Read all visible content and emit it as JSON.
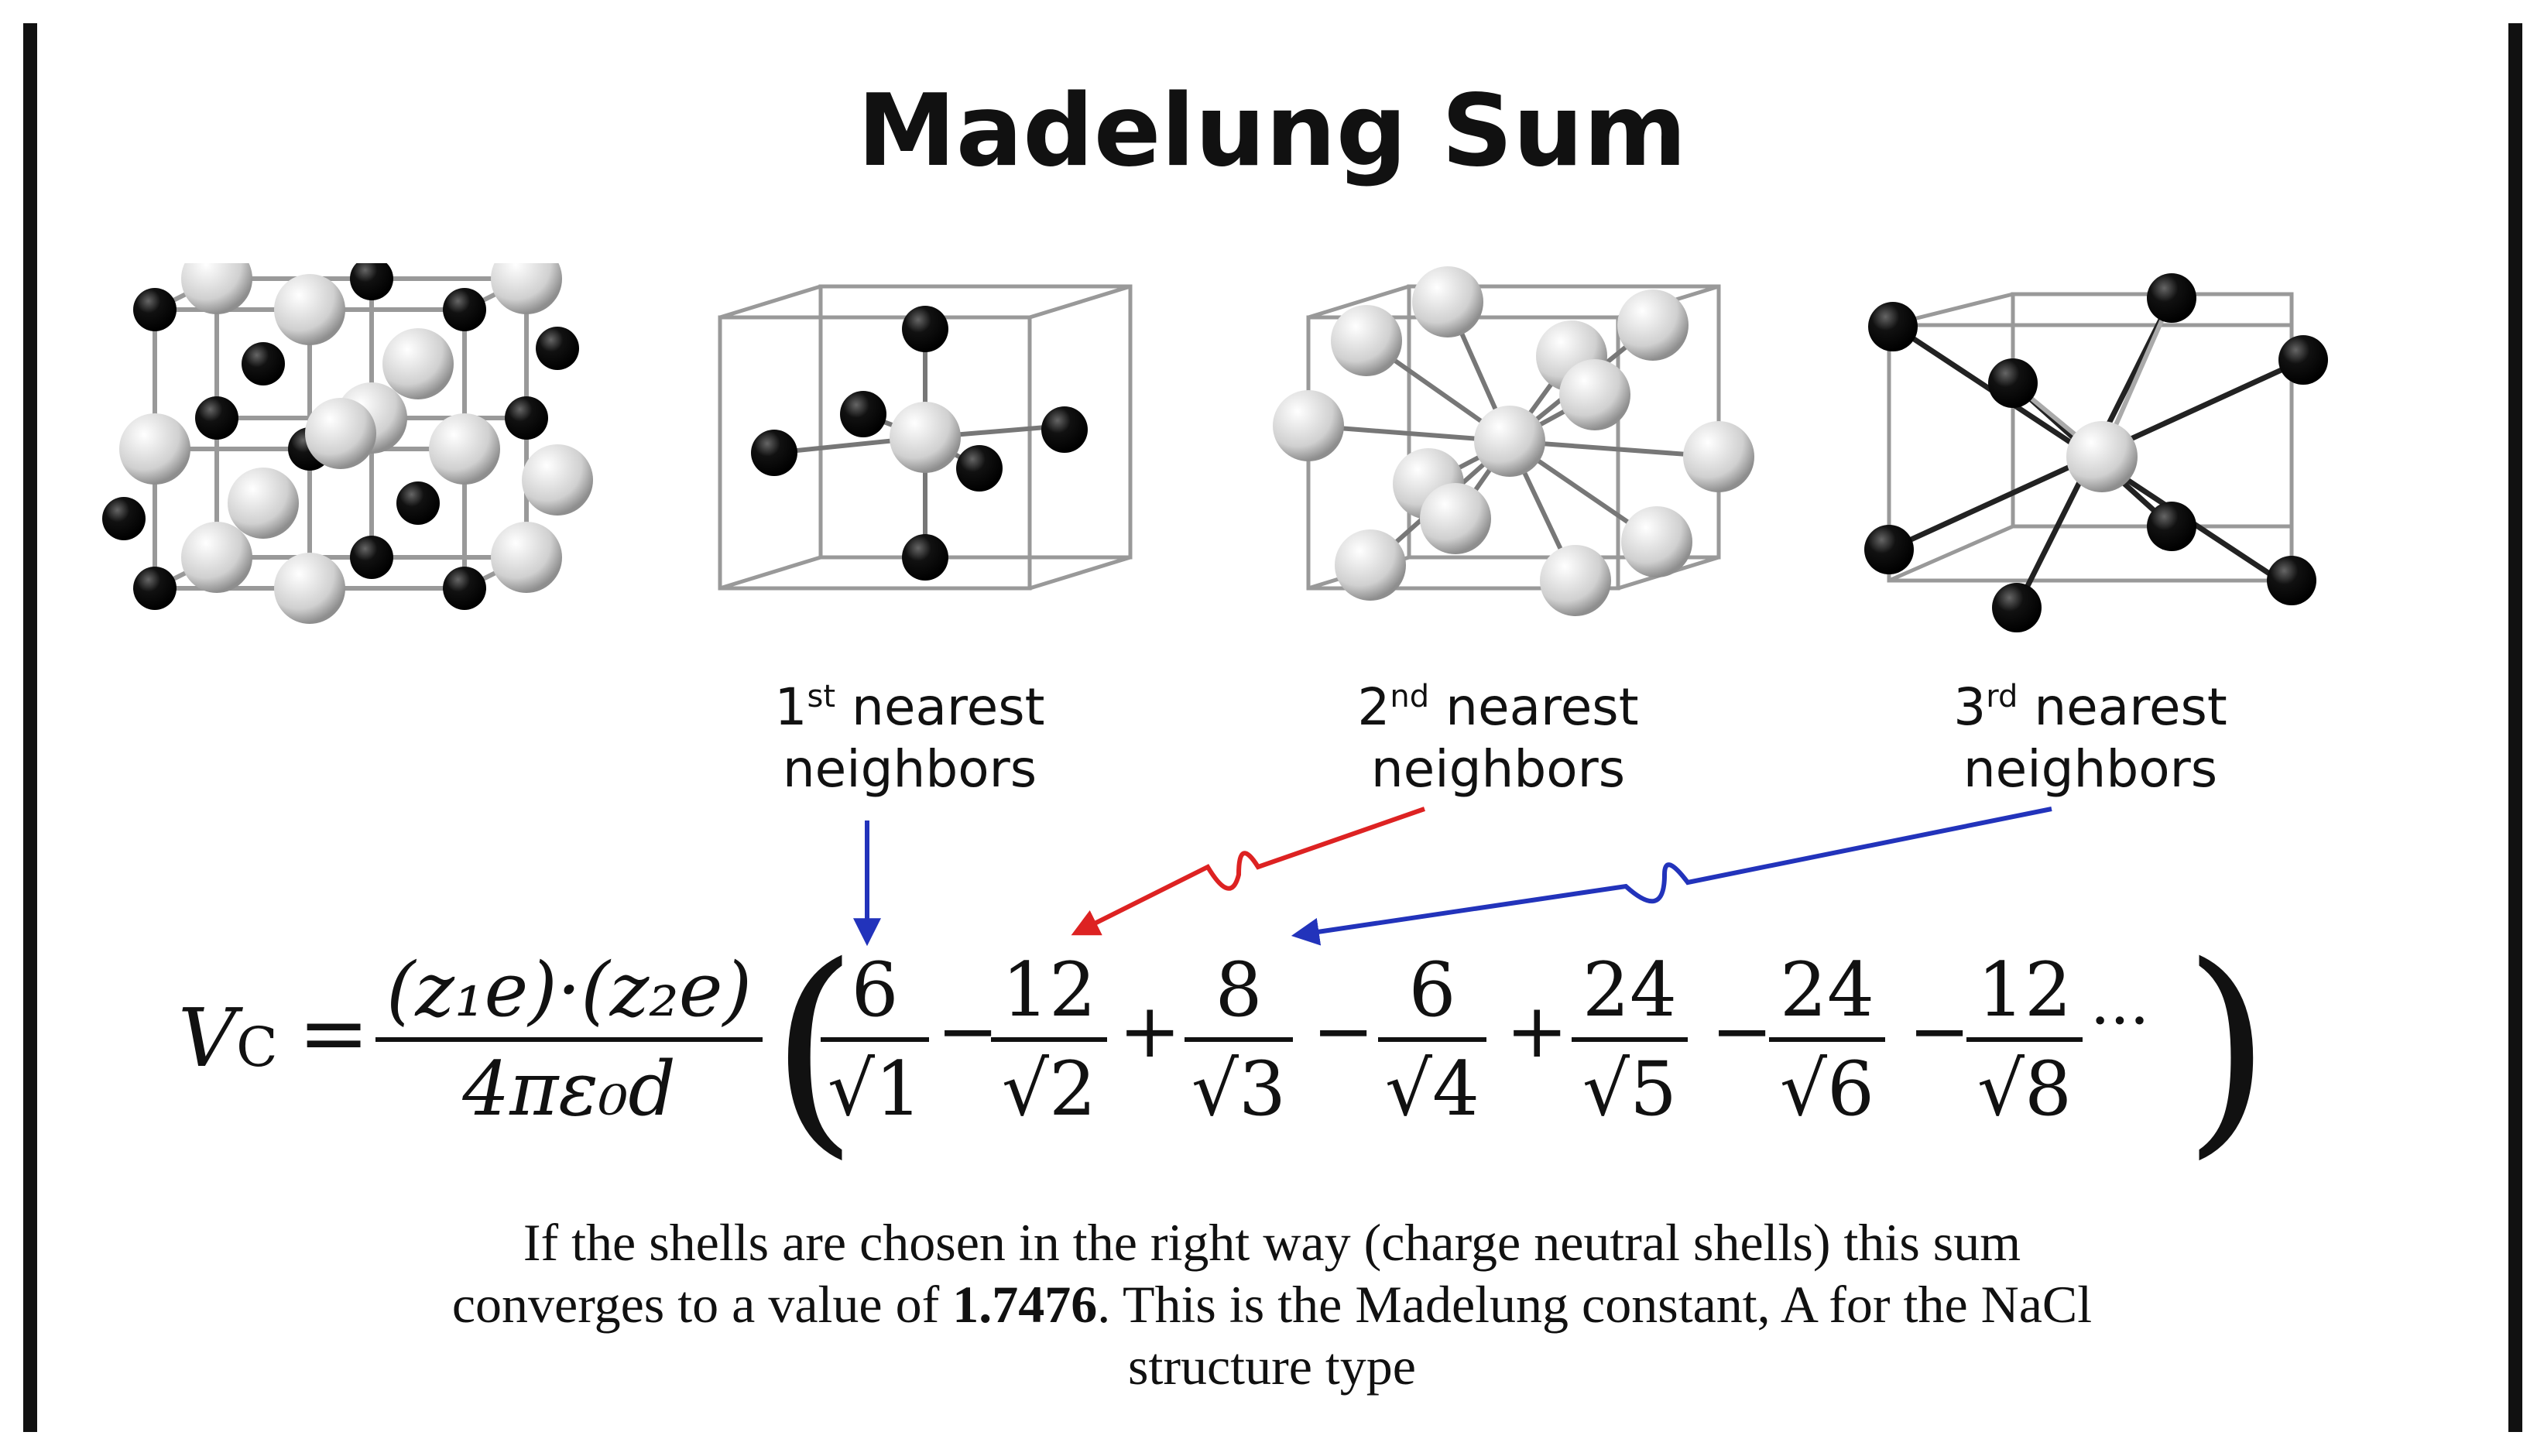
{
  "title": "Madelung Sum",
  "labels": {
    "first": {
      "ordinal": "1",
      "suffix": "st",
      "line1": " nearest",
      "line2": "neighbors"
    },
    "second": {
      "ordinal": "2",
      "suffix": "nd",
      "line1": " nearest",
      "line2": "neighbors"
    },
    "third": {
      "ordinal": "3",
      "suffix": "rd",
      "line1": " nearest",
      "line2": "neighbors"
    }
  },
  "equation": {
    "lhs": "V",
    "lhs_sub": "C",
    "equals": "=",
    "prefactor_num": "(z₁e)·(z₂e)",
    "prefactor_den": "4πε₀d",
    "terms": [
      {
        "sign": "",
        "num": "6",
        "den": "√1"
      },
      {
        "sign": "−",
        "num": "12",
        "den": "√2"
      },
      {
        "sign": "+",
        "num": "8",
        "den": "√3"
      },
      {
        "sign": "−",
        "num": "6",
        "den": "√4"
      },
      {
        "sign": "+",
        "num": "24",
        "den": "√5"
      },
      {
        "sign": "−",
        "num": "24",
        "den": "√6"
      },
      {
        "sign": "−",
        "num": "12",
        "den": "√8"
      }
    ],
    "ellipsis": "···"
  },
  "caption": {
    "line1": "If the shells are chosen in the right way (charge neutral shells) this sum",
    "line2_pre": "converges to a value of ",
    "value": "1.7476",
    "line2_post": ".  This is the Madelung constant, A for the NaCl",
    "line3": "structure type"
  },
  "colors": {
    "arrow_blue": "#2233bb",
    "arrow_red": "#dd2222",
    "ion_dark": "#0a0a0a",
    "ion_light": "#d8d8d8"
  }
}
